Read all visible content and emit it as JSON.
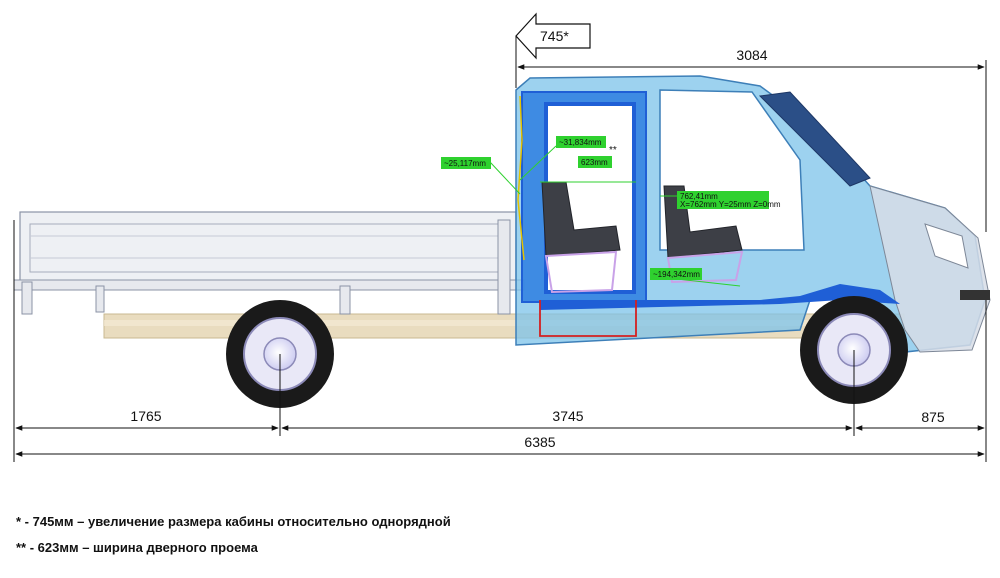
{
  "dimensions": {
    "cab_increase": "745*",
    "cab_to_front": "3084",
    "rear_overhang": "1765",
    "wheelbase": "3745",
    "front_overhang": "875",
    "overall_length": "6385"
  },
  "measurements": {
    "m1": "~31,834mm",
    "m1_mark": "**",
    "m2": "~25,117mm",
    "m3": "623mm",
    "m4a": "762,41mm",
    "m4b": "X=762mm  Y=25mm  Z=0mm",
    "m5": "~194,342mm"
  },
  "footnotes": {
    "note1": "* - 745мм – увеличение размера кабины относительно однорядной",
    "note2": "** - 623мм – ширина дверного проема"
  },
  "colors": {
    "cab_blue": "#7cc3ea",
    "cab_dark_blue": "#1f5fd6",
    "body_grey": "#eef0f4",
    "frame_beige": "#e9dcbf",
    "tag_green": "#2fd12f",
    "door_red": "#d42020"
  }
}
